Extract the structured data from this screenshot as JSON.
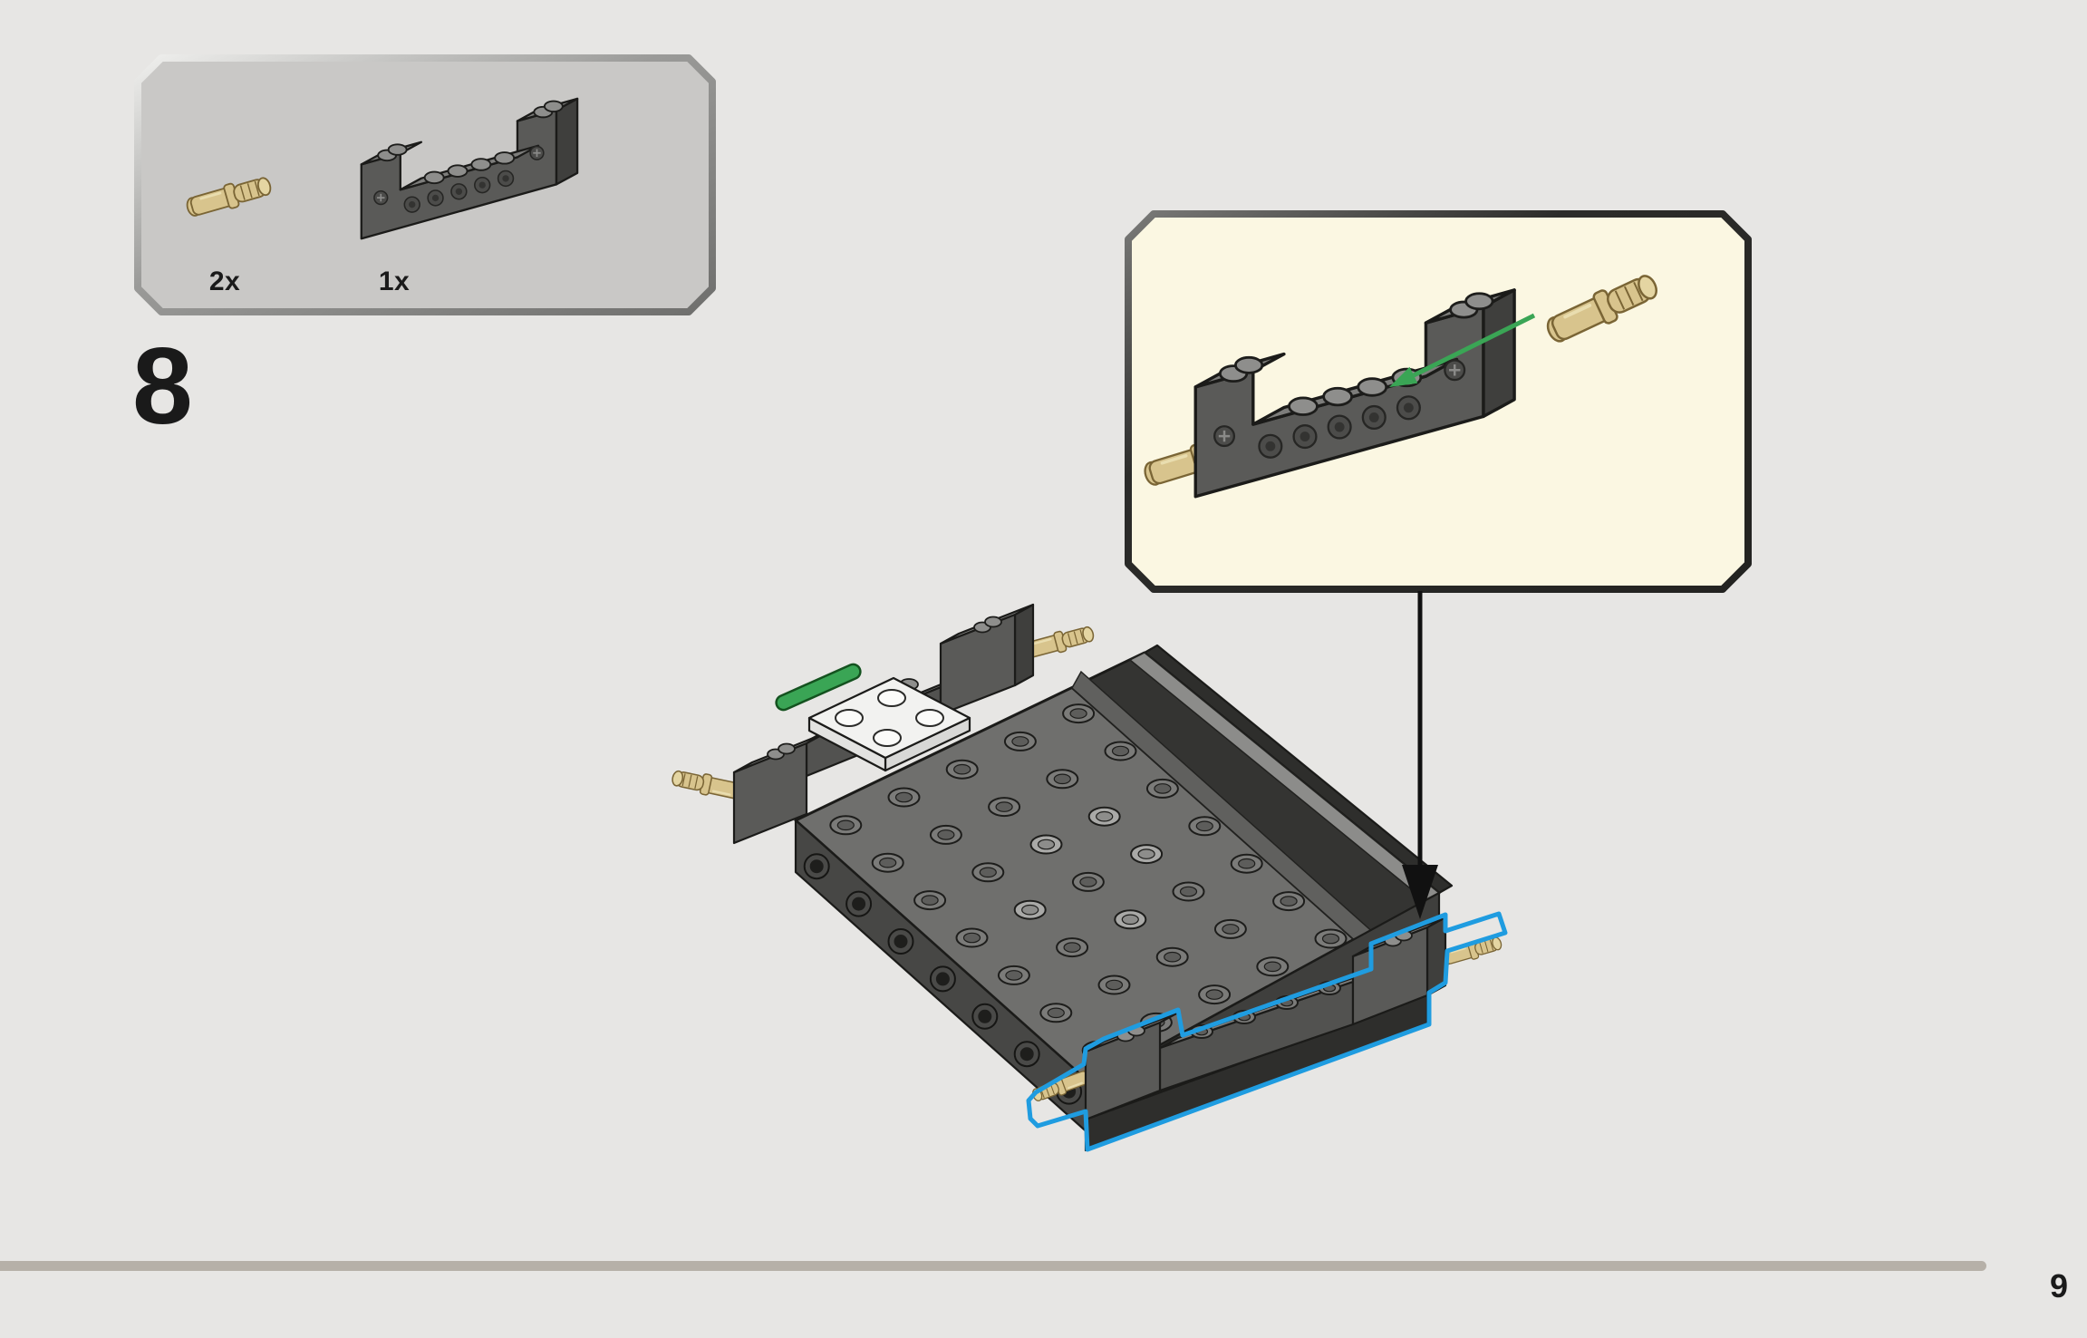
{
  "page": {
    "step_number": "8",
    "page_number": "9"
  },
  "parts_callout": {
    "items": [
      {
        "part": "tan-connector-pin",
        "count": "2x"
      },
      {
        "part": "dark-gray-bracket-brick",
        "count": "1x"
      }
    ]
  },
  "inset": {
    "shows": "pin-insertion-detail"
  },
  "colors": {
    "page_background": "#e7e6e4",
    "parts_box_fill": "#c9c8c6",
    "inset_fill": "#fbf7e2",
    "highlight_blue": "#1f9ce0",
    "arrow_green": "#3aa555",
    "pin_tan": "#d8c48d",
    "brick_gray": "#5a5a58",
    "progress_bar": "#b6b0a8",
    "text_color": "#1a1a1a"
  }
}
